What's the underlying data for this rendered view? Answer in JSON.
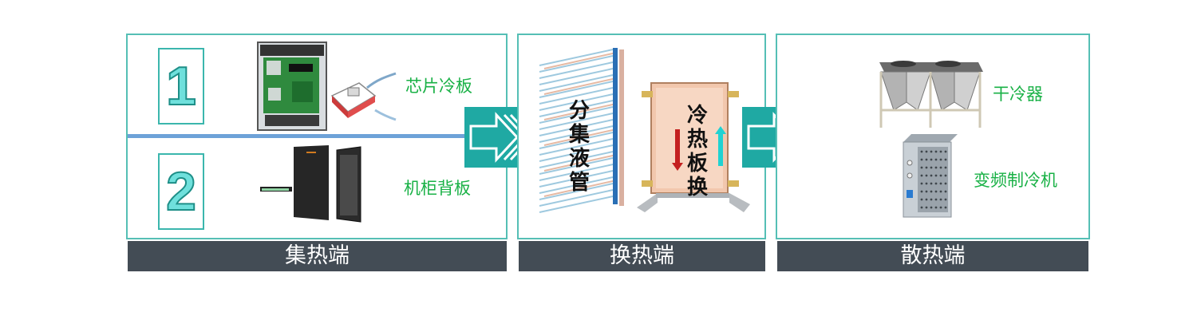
{
  "stages": [
    {
      "footer": "集热端"
    },
    {
      "footer": "换热端"
    },
    {
      "footer": "散热端"
    }
  ],
  "collect": {
    "items": [
      {
        "number": "1",
        "label": "芯片冷板"
      },
      {
        "number": "2",
        "label": "机柜背板"
      }
    ]
  },
  "exchange": {
    "manifold_label": "分集液管",
    "plate_label": "冷热板换"
  },
  "dissipate": {
    "items": [
      {
        "label": "干冷器"
      },
      {
        "label": "变频制冷机"
      }
    ]
  },
  "colors": {
    "panel_border": "#55bfb5",
    "footer_bg": "#434c55",
    "arrow": "#1fa9a3",
    "label_green": "#19b146"
  }
}
